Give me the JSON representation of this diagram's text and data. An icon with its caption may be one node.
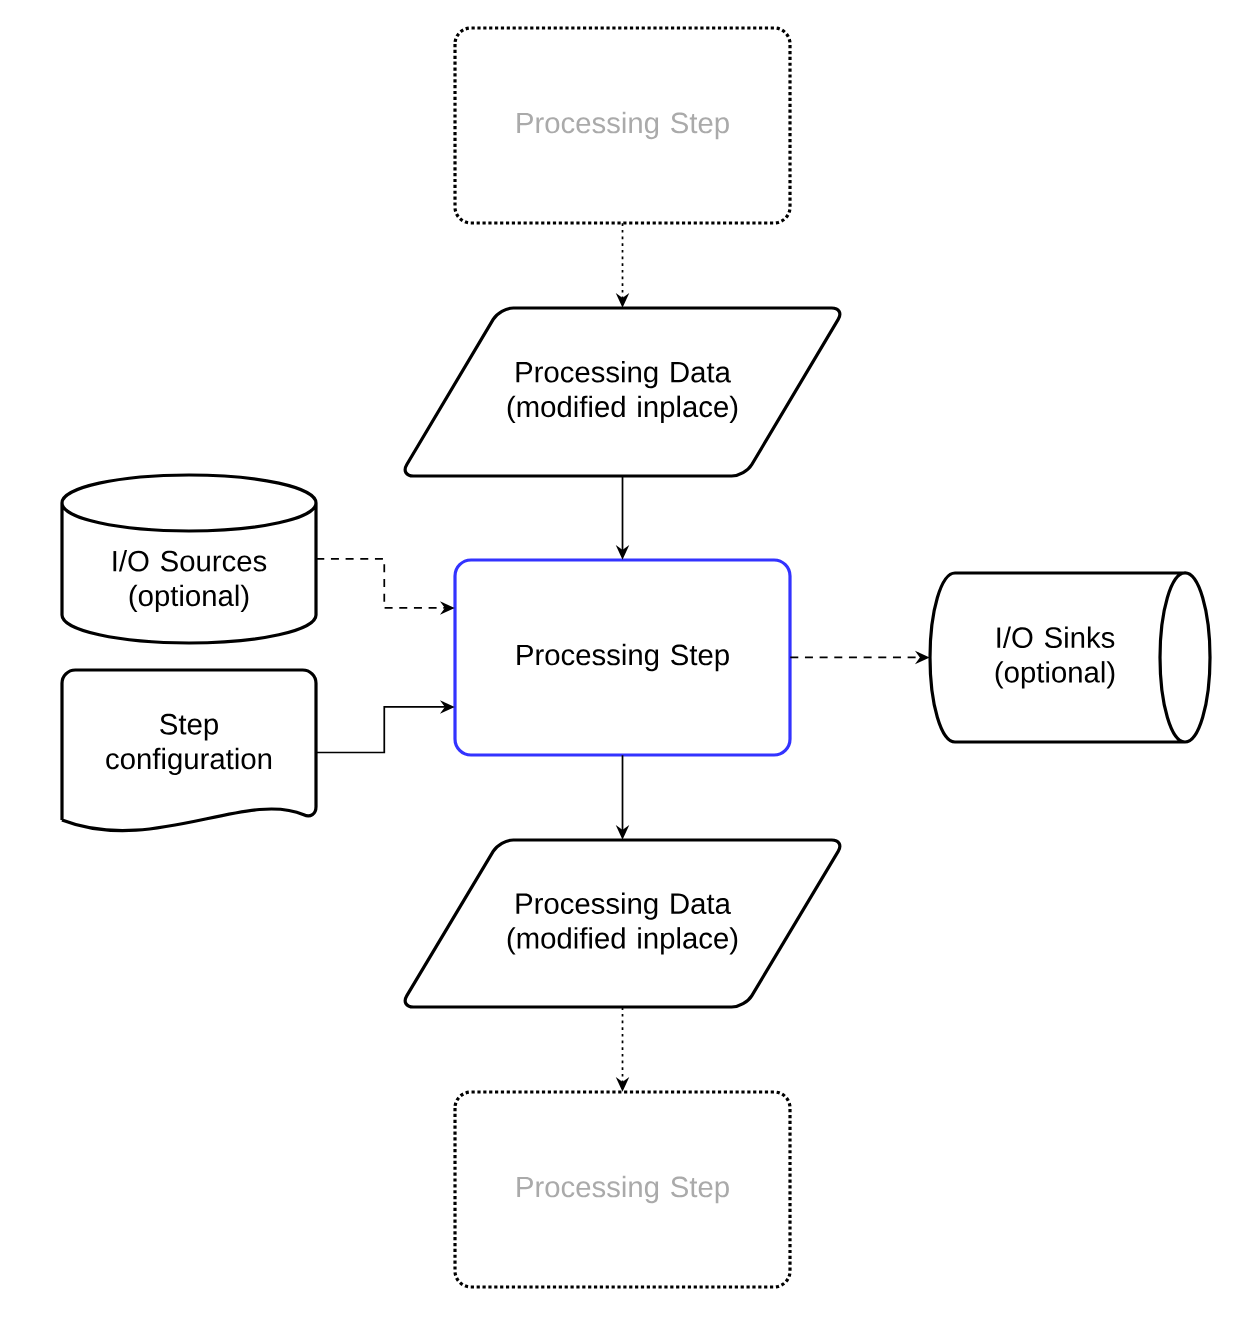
{
  "diagram": {
    "nodes": [
      {
        "text": [
          "Processing Step"
        ]
      },
      {
        "text": [
          "Processing Data (modified inplace)"
        ]
      },
      {
        "text": [
          "I/O Sources (optional)"
        ]
      },
      {
        "text": [
          "Step configuration"
        ]
      },
      {
        "text": [
          "Processing Step"
        ]
      },
      {
        "text": [
          "I/O Sinks (optional)"
        ]
      },
      {
        "text": [
          "Processing Data (modified inplace)"
        ]
      },
      {
        "text": [
          "Processing Step"
        ]
      }
    ],
    "edges": [
      {
        "from": 0,
        "to": 1,
        "arrow": "to",
        "style": "dashed"
      },
      {
        "from": 1,
        "to": 4,
        "arrow": "to"
      },
      {
        "from": 2,
        "to": 4,
        "arrow": "to",
        "style": "dashed"
      },
      {
        "from": 3,
        "to": 4,
        "arrow": "to"
      },
      {
        "from": 4,
        "to": 5,
        "arrow": "to",
        "style": "dashed"
      },
      {
        "from": 4,
        "to": 6,
        "arrow": "to"
      },
      {
        "from": 6,
        "to": 7,
        "arrow": "to",
        "style": "dashed"
      }
    ]
  }
}
